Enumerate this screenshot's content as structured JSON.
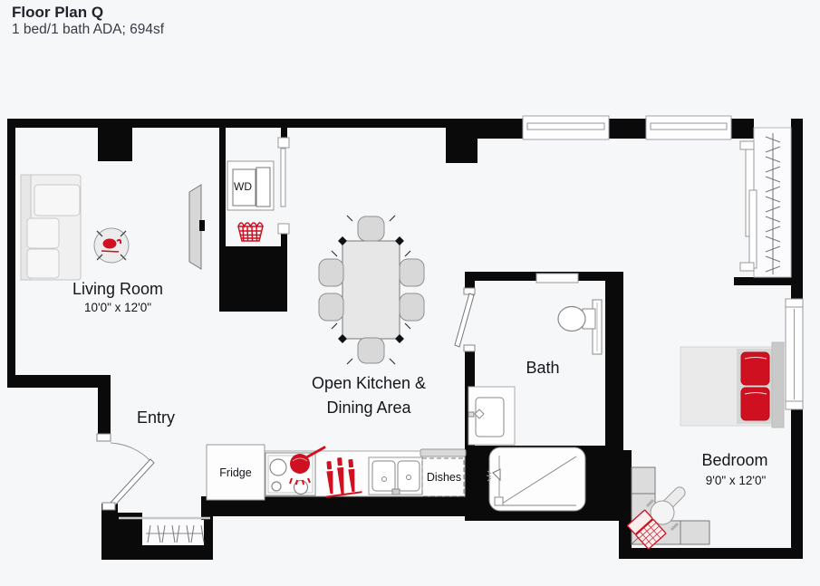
{
  "header": {
    "title": "Floor Plan Q",
    "subtitle": "1 bed/1 bath ADA; 694sf"
  },
  "rooms": {
    "living": {
      "name": "Living Room",
      "dims": "10'0\" x 12'0\""
    },
    "entry": {
      "name": "Entry"
    },
    "kitchen_dining": {
      "line1": "Open Kitchen &",
      "line2": "Dining Area"
    },
    "bath": {
      "name": "Bath"
    },
    "bedroom": {
      "name": "Bedroom",
      "dims": "9'0\" x 12'0\""
    }
  },
  "labels": {
    "washer_dryer": "WD",
    "fridge": "Fridge",
    "dishwasher": "Dishes"
  },
  "icons": [
    "laundry-basket-icon",
    "coffee-cup-icon",
    "cooking-pot-icon",
    "knives-icon",
    "laptop-icon"
  ],
  "colors": {
    "background": "#f6f7f9",
    "wall": "#0a0a0a",
    "accent_red": "#cf1020",
    "text": "#15151b"
  }
}
